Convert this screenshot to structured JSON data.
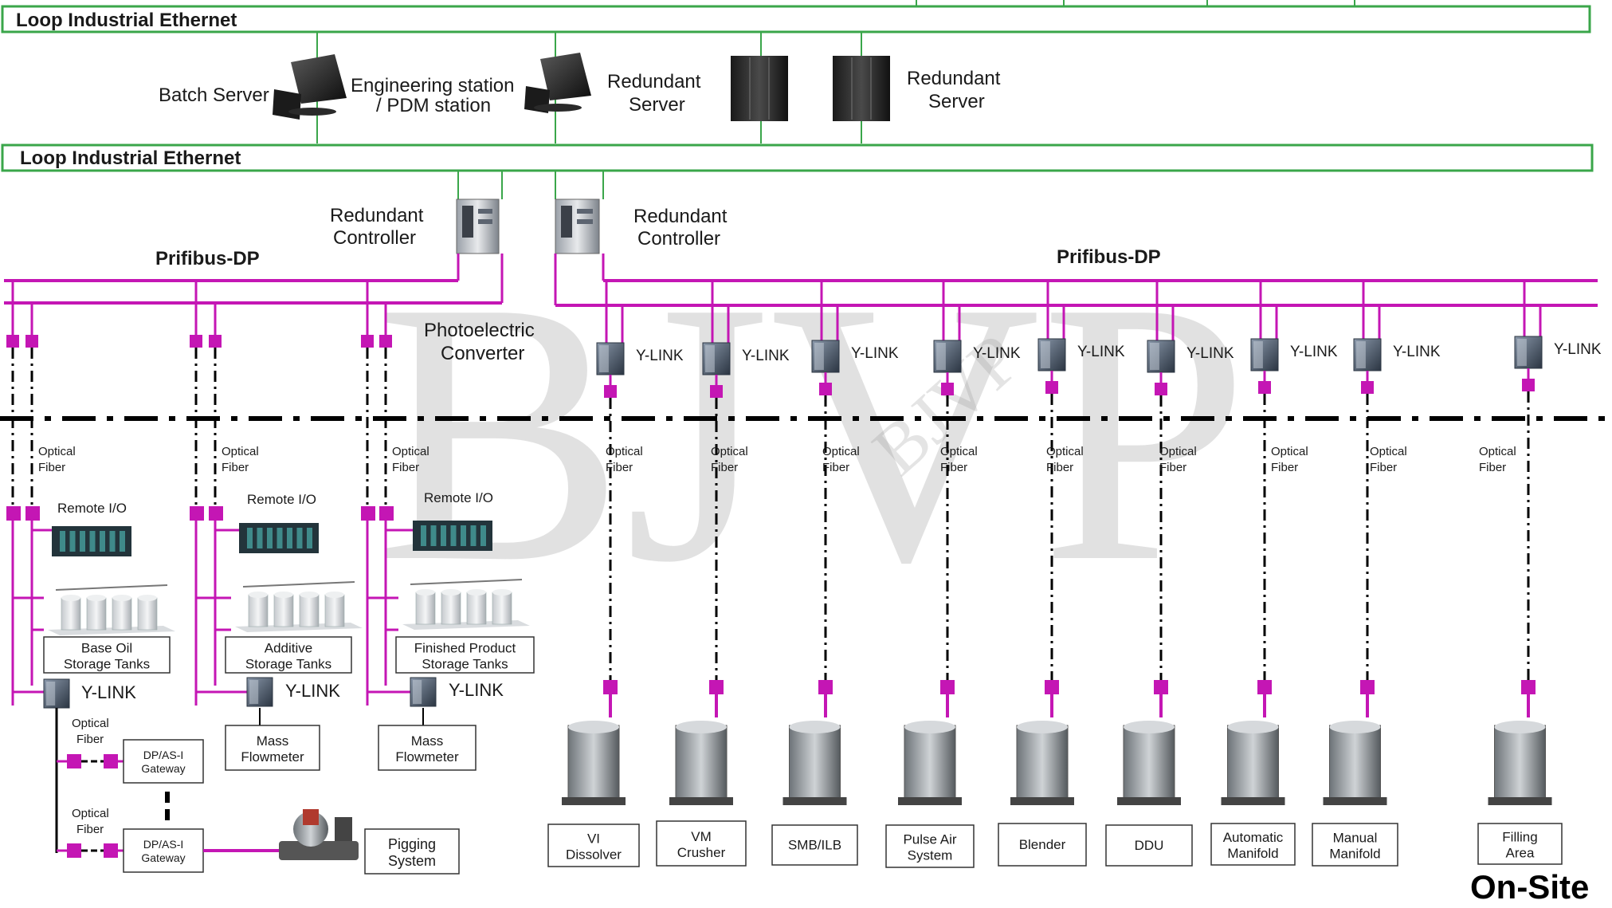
{
  "ethernet": {
    "top_label": "Loop Industrial Ethernet",
    "mid_label": "Loop Industrial Ethernet",
    "color": "#3aa64a"
  },
  "servers": {
    "batch_server": "Batch Server",
    "engineering_station_line1": "Engineering station",
    "engineering_station_line2": "/ PDM station",
    "redundant_server_1_line1": "Redundant",
    "redundant_server_1_line2": "Server",
    "redundant_server_2_line1": "Redundant",
    "redundant_server_2_line2": "Server"
  },
  "controllers": {
    "left_line1": "Redundant",
    "left_line2": "Controller",
    "right_line1": "Redundant",
    "right_line2": "Controller",
    "photoelectric_line1": "Photoelectric",
    "photoelectric_line2": "Converter"
  },
  "profibus": {
    "left_label": "Prifibus-DP",
    "right_label": "Prifibus-DP",
    "color": "#c416b4"
  },
  "left_branches": {
    "optical_line1": "Optical",
    "optical_line2": "Fiber",
    "remote_io": "Remote I/O",
    "ylink": "Y-LINK",
    "tanks": [
      {
        "line1": "Base Oil",
        "line2": "Storage Tanks"
      },
      {
        "line1": "Additive",
        "line2": "Storage Tanks"
      },
      {
        "line1": "Finished Product",
        "line2": "Storage Tanks"
      }
    ],
    "mass_flowmeter_line1": "Mass",
    "mass_flowmeter_line2": "Flowmeter",
    "gateway_line1": "DP/AS-I",
    "gateway_line2": "Gateway",
    "pigging_line1": "Pigging",
    "pigging_line2": "System"
  },
  "right_branches": {
    "ylink": "Y-LINK",
    "optical_line1": "Optical",
    "optical_line2": "Fiber",
    "equipment": [
      {
        "line1": "VI",
        "line2": "Dissolver"
      },
      {
        "line1": "VM",
        "line2": "Crusher"
      },
      {
        "line1": "SMB/ILB",
        "line2": ""
      },
      {
        "line1": "Pulse Air",
        "line2": "System"
      },
      {
        "line1": "Blender",
        "line2": ""
      },
      {
        "line1": "DDU",
        "line2": ""
      },
      {
        "line1": "Automatic",
        "line2": "Manifold"
      },
      {
        "line1": "Manual",
        "line2": "Manifold"
      },
      {
        "line1": "Filling",
        "line2": "Area"
      }
    ]
  },
  "on_site_label": "On-Site",
  "watermark": "BJVP"
}
